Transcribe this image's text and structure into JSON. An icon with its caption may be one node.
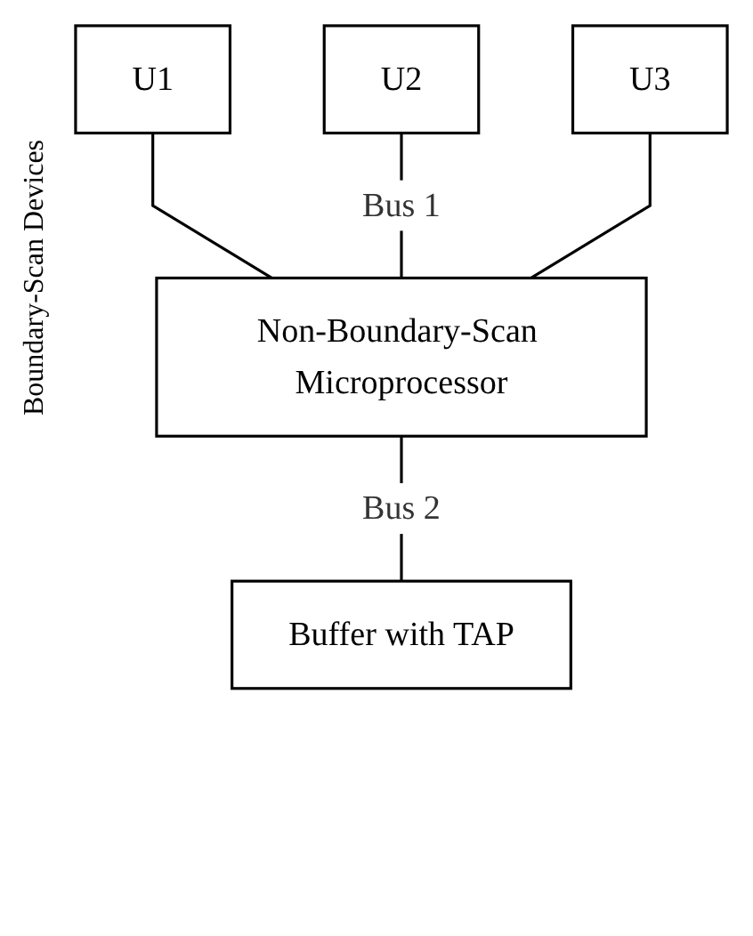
{
  "diagram": {
    "nodes": [
      {
        "text": [
          "U1"
        ]
      },
      {
        "text": [
          "U2"
        ]
      },
      {
        "text": [
          "U3"
        ]
      },
      {
        "text": [
          "Non-Boundary-Scan Microprocessor"
        ]
      },
      {
        "text": [
          "Buffer with TAP"
        ]
      }
    ],
    "edges": [
      {
        "from": 0,
        "to": 3,
        "arrow": "none"
      },
      {
        "from": 1,
        "to": 3,
        "arrow": "none",
        "label": "Bus 1"
      },
      {
        "from": 2,
        "to": 3,
        "arrow": "none"
      },
      {
        "from": 3,
        "to": 4,
        "arrow": "none",
        "label": "Bus 2"
      }
    ],
    "labels": [
      "Boundary-Scan Devices"
    ]
  }
}
